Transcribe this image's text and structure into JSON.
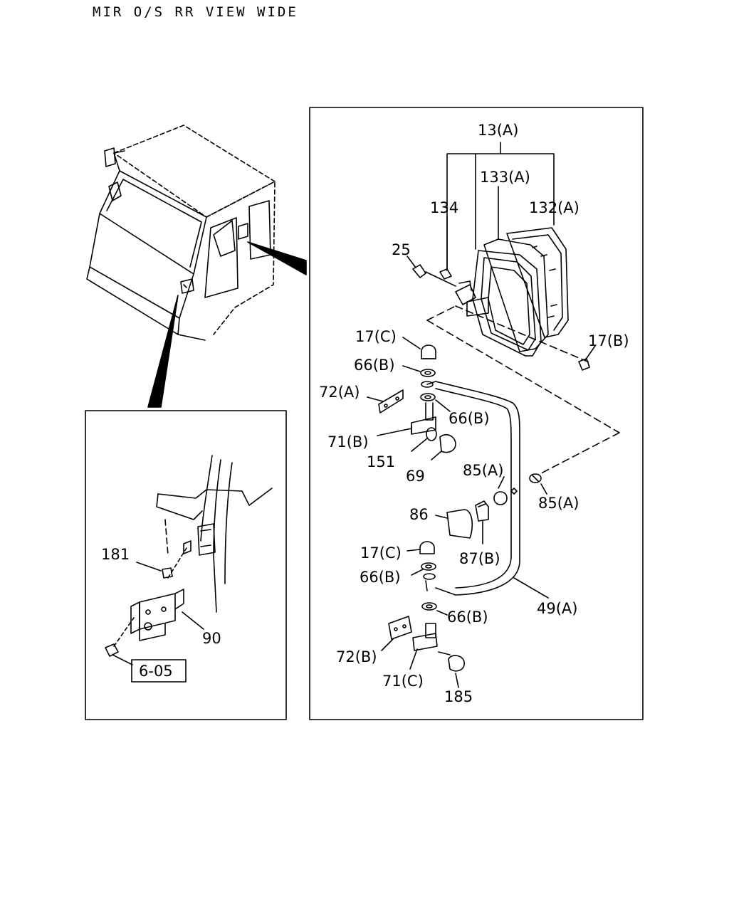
{
  "title": "MIR O/S RR VIEW WIDE",
  "detail_panel": {
    "labels": {
      "l181": "181",
      "l90": "90",
      "l605": "6-05"
    }
  },
  "main_panel": {
    "labels": {
      "l13a": "13(A)",
      "l133a": "133(A)",
      "l134": "134",
      "l132a": "132(A)",
      "l25": "25",
      "l17c_1": "17(C)",
      "l17b": "17(B)",
      "l66b_1": "66(B)",
      "l72a": "72(A)",
      "l66b_2": "66(B)",
      "l71b": "71(B)",
      "l151": "151",
      "l69": "69",
      "l85a_1": "85(A)",
      "l85a_2": "85(A)",
      "l86": "86",
      "l17c_2": "17(C)",
      "l87b": "87(B)",
      "l66b_3": "66(B)",
      "l49a": "49(A)",
      "l66b_4": "66(B)",
      "l72b": "72(B)",
      "l71c": "71(C)",
      "l185": "185"
    }
  }
}
